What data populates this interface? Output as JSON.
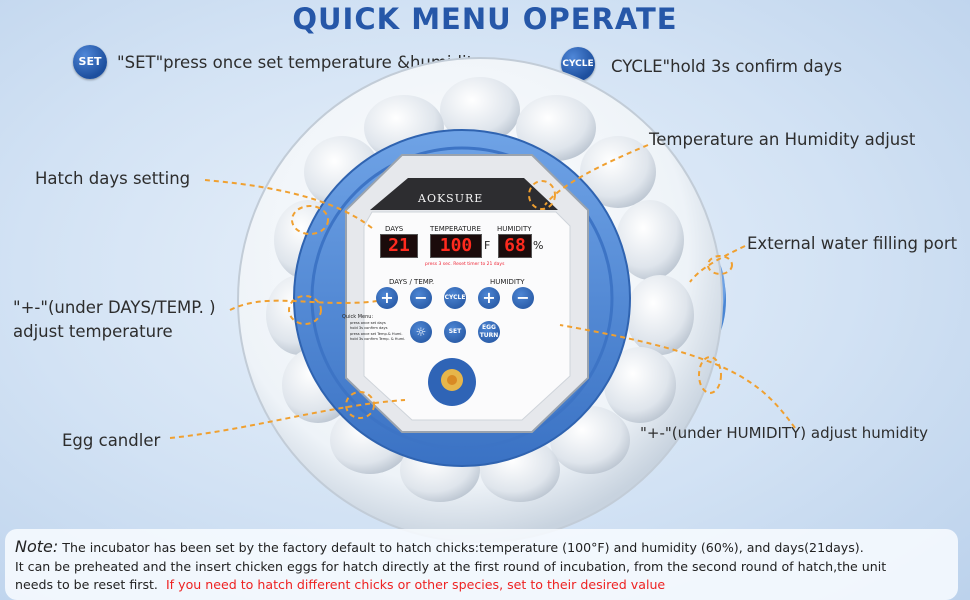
{
  "title": "QUICK MENU OPERATE",
  "header": {
    "set_badge": "SET",
    "set_text": "\"SET\"press once set temperature &humidity",
    "cycle_badge": "CYCLE",
    "cycle_text": "CYCLE\"hold 3s confirm days"
  },
  "callouts": {
    "temp_humidity_adjust": "Temperature an Humidity adjust",
    "hatch_days": "Hatch days setting",
    "external_water": "External water filling port",
    "plus_minus_temp_line1": "\"+-\"(under DAYS/TEMP. )",
    "plus_minus_temp_line2": "adjust temperature",
    "egg_candler": "Egg candler",
    "plus_minus_humidity": "\"+-\"(under HUMIDITY) adjust humidity"
  },
  "panel": {
    "brand": "AOKSURE",
    "days_label": "DAYS",
    "temp_label": "TEMPERATURE",
    "humidity_label": "HUMIDITY",
    "days_value": "21",
    "temp_value": "100",
    "temp_unit": "F",
    "humidity_value": "68",
    "humidity_unit": "%",
    "reset_hint": "press 3 sec. Reset timer to 21 days",
    "days_temp_label": "DAYS  /  TEMP.",
    "humidity_btn_label": "HUMIDITY",
    "btn_plus": "+",
    "btn_minus": "−",
    "btn_cycle": "CYCLE",
    "btn_set": "SET",
    "btn_egg_turn": "EGG TURN",
    "quick_menu_title": "Quick Menu:",
    "quick_menu_lines": [
      "press once set days",
      "hold 3s confirm days",
      "press once set Temp.& Humi.",
      "hold 3s confirm Temp. & Humi."
    ]
  },
  "note": {
    "label": "Note:",
    "line1": " The incubator has been set by the factory default to hatch chicks:temperature (100°F) and humidity (60%), and days(21days).",
    "line2": "It can be preheated and the insert chicken eggs for hatch directly at the first round of incubation, from the second round of hatch,the unit",
    "line3": "needs to be reset first.",
    "line3_red": "If you need to hatch different chicks or other species, set to their desired value"
  },
  "colors": {
    "title": "#2657a8",
    "badge": "#1d4f9e",
    "accent_orange": "#f0a030",
    "shell_blue": "#4a86d4",
    "warning_red": "#ee2222"
  }
}
